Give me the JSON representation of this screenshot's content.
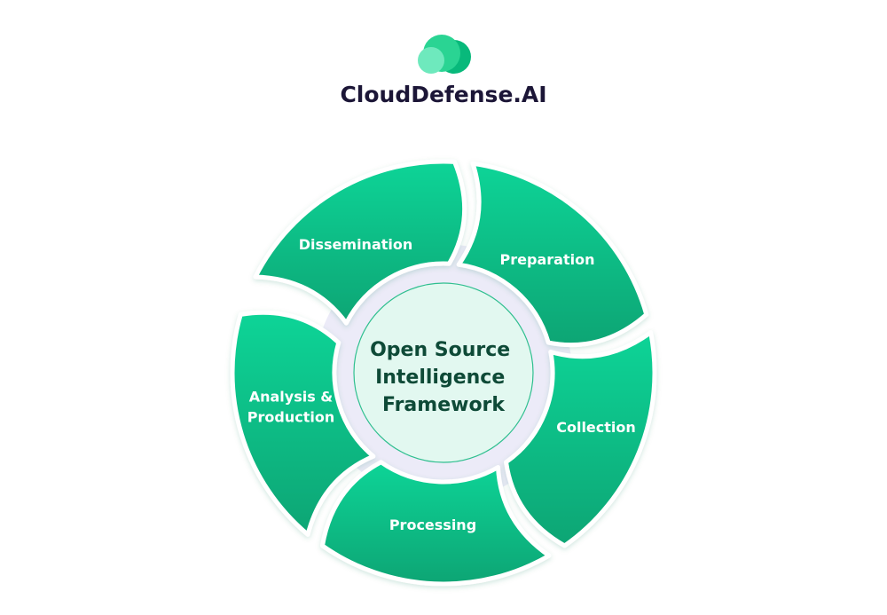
{
  "brand": {
    "name": "CloudDefense.AI",
    "logo_icon": "overlapping-circles-cloud-icon",
    "colors": {
      "dark_green": "#08b97b",
      "mid_green": "#2ad493",
      "light_green": "#6ee9bd",
      "text": "#1c1637"
    }
  },
  "diagram": {
    "center": {
      "lines": [
        "Open Source",
        "Intelligence",
        "Framework"
      ],
      "fill": "#e2f8f0",
      "stroke": "#2fbf8f"
    },
    "ring_color": "#ecebf8",
    "segment_gradient": [
      "#10d497",
      "#0ba574"
    ],
    "segments": [
      {
        "id": "dissemination",
        "lines": [
          "Dissemination"
        ]
      },
      {
        "id": "preparation",
        "lines": [
          "Preparation"
        ]
      },
      {
        "id": "collection",
        "lines": [
          "Collection"
        ]
      },
      {
        "id": "processing",
        "lines": [
          "Processing"
        ]
      },
      {
        "id": "analysis-production",
        "lines": [
          "Analysis &",
          "Production"
        ]
      }
    ]
  }
}
